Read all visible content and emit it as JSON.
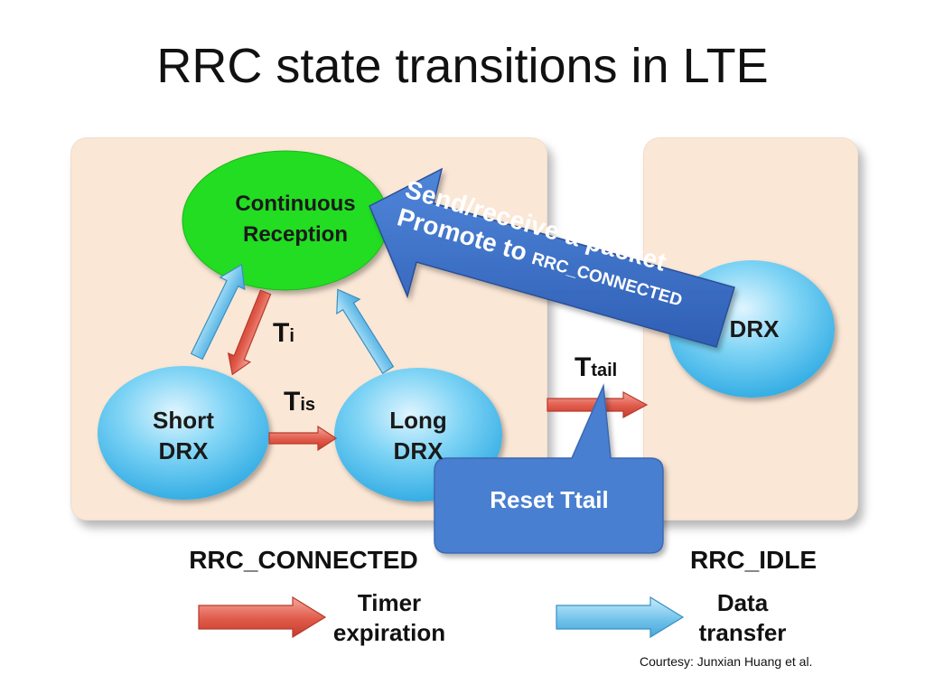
{
  "title": "RRC state transitions in LTE",
  "states": {
    "continuous": [
      "Continuous",
      "Reception"
    ],
    "short_drx": [
      "Short",
      "DRX"
    ],
    "long_drx": [
      "Long",
      "DRX"
    ],
    "idle_drx": "DRX"
  },
  "timers": {
    "ti": {
      "main": "T",
      "sub": "i"
    },
    "tis": {
      "main": "T",
      "sub": "is"
    },
    "ttail": {
      "main": "T",
      "sub": "tail"
    }
  },
  "promotion": {
    "line1": "Send/receive a packet",
    "line2_main": "Promote to ",
    "line2_small": "RRC_CONNECTED"
  },
  "callout": "Reset Ttail",
  "panel_labels": {
    "connected": "RRC_CONNECTED",
    "idle": "RRC_IDLE"
  },
  "legend": {
    "timer": [
      "Timer",
      "expiration"
    ],
    "data": [
      "Data",
      "transfer"
    ]
  },
  "courtesy": "Courtesy: Junxian Huang et al.",
  "colors": {
    "panel": "#fbe7d6",
    "green_state": "#22dd22",
    "blue_state": "#5cc4ee",
    "timer_arrow": "#e05a4a",
    "data_arrow": "#6cc0ea",
    "callout": "#4a7fd0"
  }
}
